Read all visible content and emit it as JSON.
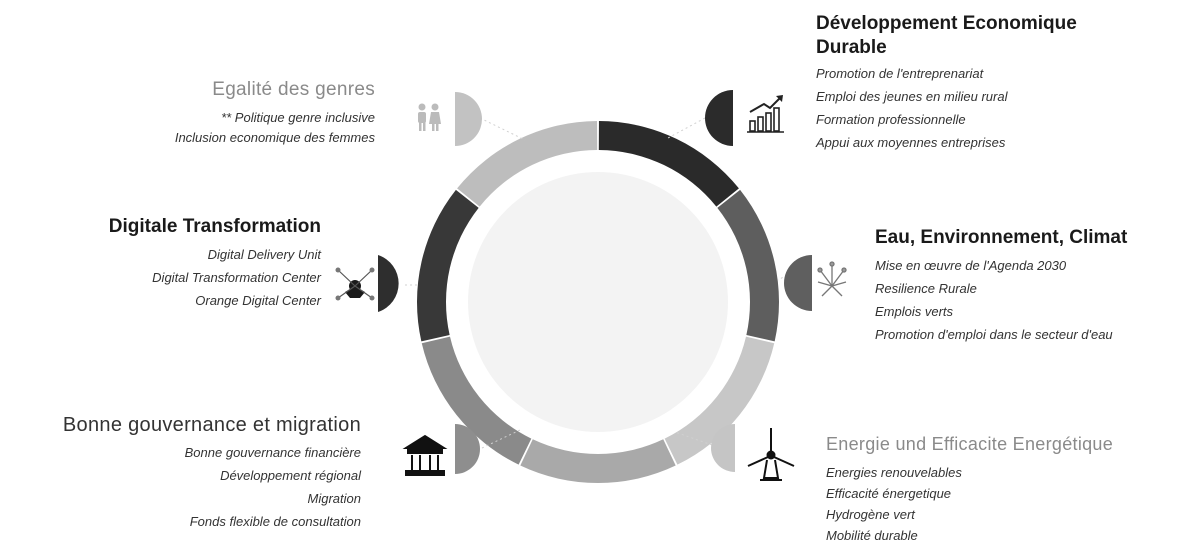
{
  "diagram": {
    "segment_colors": [
      "#2a2a2a",
      "#5e5e5e",
      "#c7c7c7",
      "#a9a9a9",
      "#8a8a8a",
      "#383838",
      "#bdbdbd"
    ],
    "center_color": "#f3f3f3",
    "sections": [
      {
        "title": "Egalité des genres",
        "icon": "people-icon",
        "items": [
          "** Politique genre inclusive",
          "Inclusion economique des femmes"
        ]
      },
      {
        "title": "Digitale Transformation",
        "icon": "digital-network-icon",
        "items": [
          "Digital Delivery Unit",
          "Digital Transformation Center",
          "Orange Digital Center"
        ]
      },
      {
        "title": "Bonne gouvernance et migration",
        "icon": "institution-icon",
        "items": [
          "Bonne gouvernance financière",
          "Développement régional",
          "Migration",
          "Fonds flexible de consultation"
        ]
      },
      {
        "title": "Développement Economique Durable",
        "icon": "growth-chart-icon",
        "items": [
          "Promotion de l'entreprenariat",
          "Emploi des jeunes en milieu rural",
          "Formation professionnelle",
          "Appui aux moyennes entreprises"
        ]
      },
      {
        "title": "Eau, Environnement, Climat",
        "icon": "plant-icon",
        "items": [
          "Mise en œuvre de l'Agenda 2030",
          "Resilience Rurale",
          "Emplois verts",
          "Promotion d'emploi dans le secteur d'eau"
        ]
      },
      {
        "title": "Energie und Efficacite Energétique",
        "icon": "wind-turbine-icon",
        "items": [
          "Energies renouvelables",
          "Efficacité énergetique",
          "Hydrogène vert",
          "Mobilité durable"
        ]
      }
    ]
  }
}
